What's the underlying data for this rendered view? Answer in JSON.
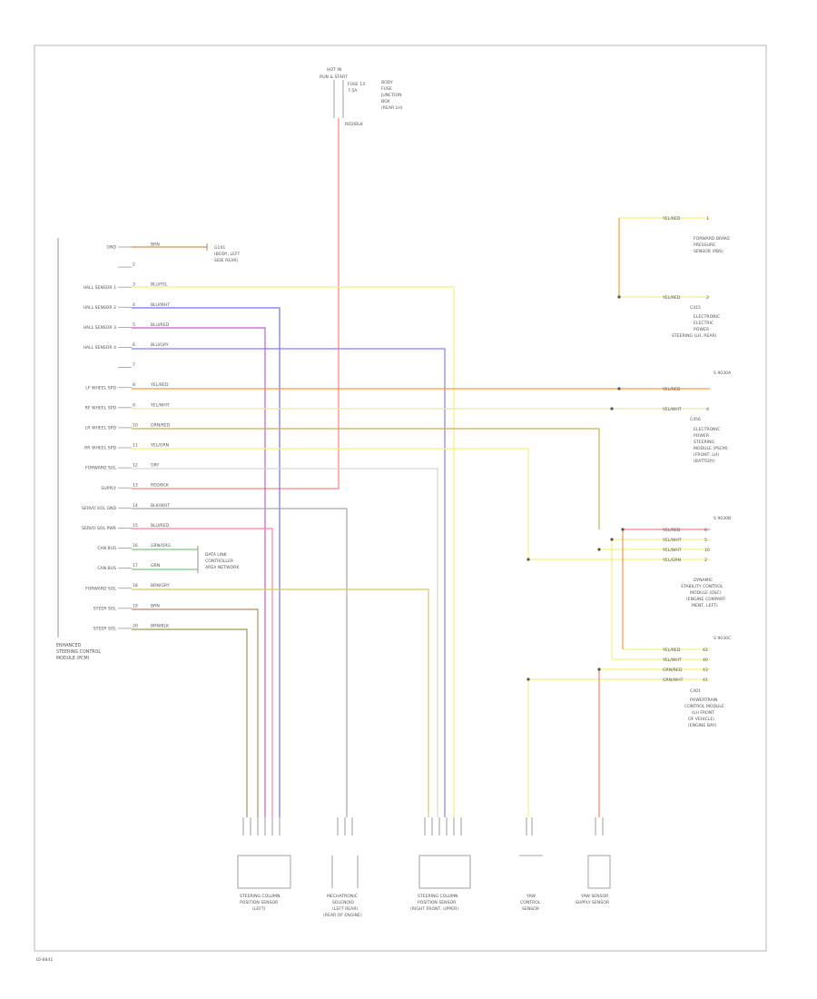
{
  "colors": {
    "red": "#ff8080",
    "yellow": "#f2f280",
    "blue": "#7070ff",
    "violet": "#c060c0",
    "orange": "#ff9a3c",
    "green": "#7ec87e",
    "grey": "#a8a8a8",
    "brown": "#b48c64",
    "olive": "#9a9a5c",
    "frame": "#b4b4b4",
    "text": "#666666"
  },
  "pins": [
    {
      "label": "GND",
      "num": "",
      "wire": "BRN"
    },
    {
      "label": "",
      "num": "2",
      "wire": ""
    },
    {
      "label": "HALL SENSOR 1",
      "num": "3",
      "wire": "BLU/YEL"
    },
    {
      "label": "HALL SENSOR 2",
      "num": "4",
      "wire": "BLU/WHT"
    },
    {
      "label": "HALL SENSOR 3",
      "num": "5",
      "wire": "BLU/RED"
    },
    {
      "label": "HALL SENSOR 4",
      "num": "6",
      "wire": "BLU/GRY"
    },
    {
      "label": "",
      "num": "7",
      "wire": ""
    },
    {
      "label": "LF WHEEL SPD",
      "num": "8",
      "wire": "YEL/RED"
    },
    {
      "label": "RF WHEEL SPD",
      "num": "9",
      "wire": "YEL/WHT"
    },
    {
      "label": "LR WHEEL SPD",
      "num": "10",
      "wire": "GRN/RED"
    },
    {
      "label": "RR WHEEL SPD",
      "num": "11",
      "wire": "YEL/GRN"
    },
    {
      "label": "FORWARD SOL",
      "num": "12",
      "wire": "GRY"
    },
    {
      "label": "SUPPLY",
      "num": "13",
      "wire": "RED/BLK"
    },
    {
      "label": "SERVO SOL GND",
      "num": "14",
      "wire": "BLK/WHT"
    },
    {
      "label": "SERVO SOL PWR",
      "num": "15",
      "wire": "BLU/RED"
    },
    {
      "label": "CAN BUS",
      "num": "16",
      "wire": "GRN/ORG"
    },
    {
      "label": "CAN BUS",
      "num": "17",
      "wire": "GRN"
    },
    {
      "label": "FORWARD SOL",
      "num": "18",
      "wire": "BRN/GRY"
    },
    {
      "label": "STEER SOL",
      "num": "19",
      "wire": "BRN"
    },
    {
      "label": "STEER SOL",
      "num": "20",
      "wire": "BRN/BLK"
    }
  ],
  "module": {
    "line1": "ENHANCED",
    "line2": "STEERING CONTROL",
    "line3": "MODULE (PCM)"
  },
  "top": {
    "hot": "HOT IN",
    "acc": "RUN & START",
    "fuse": "FUSE 14",
    "amp": "7.5A",
    "box1": "BODY",
    "box2": "FUSE",
    "box3": "JUNCTION",
    "box4": "BOX",
    "box5": "(REAR LH)",
    "wire": "RED/BLK"
  },
  "gnd_note": {
    "l1": "G101",
    "l2": "(BODY, LEFT",
    "l3": "SIDE REAR)"
  },
  "can_note": {
    "l1": "DATA LINK",
    "l2": "CONTROLLER",
    "l3": "AREA NETWORK"
  },
  "right": {
    "r1_wire_a": "YEL/RED",
    "r1_pin_a": "1",
    "r1_wire_b": "YEL/RED",
    "r1_pin_b": "2",
    "r1_label_1": "FORWARD BRAKE",
    "r1_label_2": "PRESSURE",
    "r1_label_3": "SENSOR (PBS)",
    "r1_sub": "C415",
    "r2_label_1": "ELECTRONIC",
    "r2_label_2": "ELECTRIC",
    "r2_label_3": "POWER",
    "r2_label_4": "STEERING (LH, REAR)",
    "s1": "S 9030A",
    "r3_wire_a": "YEL/RED",
    "r3_wire_b": "YEL/WHT",
    "r3_pin_b": "4",
    "r3_sub": "C456",
    "r3_label_1": "ELECTRONIC",
    "r3_label_2": "POWER",
    "r3_label_3": "STEERING",
    "r3_label_4": "MODULE (PSCM)",
    "r3_label_5": "(FRONT, LH)",
    "r3_label_6": "(BATTERY)",
    "s2": "S 9030B",
    "c_wires": [
      "YEL/RED",
      "YEL/WHT",
      "YEL/WHT",
      "YEL/GRN"
    ],
    "c_pins": [
      "6",
      "5",
      "10",
      "2"
    ],
    "c_label_1": "DYNAMIC",
    "c_label_2": "STABILITY CONTROL",
    "c_label_3": "MODULE (DSC)",
    "c_label_4": "(ENGINE COMPART-",
    "c_label_5": "MENT, LEFT)",
    "s3": "S 9030C",
    "d_wires": [
      "YEL/RED",
      "YEL/WHT",
      "GRN/RED",
      "GRN/WHT"
    ],
    "d_pins": [
      "42",
      "40",
      "43",
      "41"
    ],
    "d_sub": "C401",
    "d_label_1": "POWERTRAIN",
    "d_label_2": "CONTROL MODULE",
    "d_label_3": "(LH FRONT",
    "d_label_4": "OF VEHICLE)",
    "d_label_5": "(ENGINE BAY)"
  },
  "bottom": [
    {
      "l1": "STEERING COLUMN",
      "l2": "POSITION SENSOR",
      "l3": "(LEFT)"
    },
    {
      "l1": "MECHATRONIC",
      "l2": "SOLENOID",
      "l3": "(LEFT REAR)",
      "l4": "(REAR OF ENGINE)"
    },
    {
      "l1": "STEERING COLUMN",
      "l2": "POSITION SENSOR",
      "l3": "(RIGHT FRONT, UPPER)"
    },
    {
      "l1": "YAW",
      "l2": "CONTROL",
      "l3": "SENSOR"
    },
    {
      "l1": "YAW SENSOR",
      "l2": "SUPPLY SENSOR"
    }
  ],
  "footer": "ID-8841"
}
